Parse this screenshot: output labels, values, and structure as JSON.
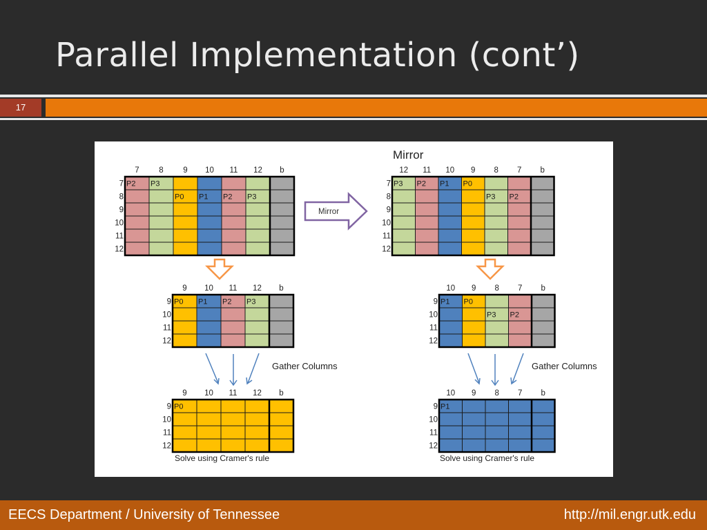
{
  "slide": {
    "title": "Parallel Implementation (cont’)",
    "number": "17"
  },
  "footer": {
    "left": "EECS Department / University of Tennessee",
    "right": "http://mil.engr.utk.edu"
  },
  "colors": {
    "P0": "#ffc000",
    "P1": "#4f81bd",
    "P2": "#d99694",
    "P3": "#c4d79b",
    "b": "#a6a6a6",
    "accent_orange": "#e8780a",
    "arrow_outline": "#f79646",
    "mirror_arrow": "#8064a2"
  },
  "figure": {
    "mirror_title": "Mirror",
    "mirror_arrow_label": "Mirror",
    "gather_label_left": "Gather Columns",
    "gather_label_right": "Gather Columns",
    "solve_label_left": "Solve using Cramer's rule",
    "solve_label_right": "Solve using Cramer's rule",
    "matrices": [
      {
        "id": "original",
        "col_headers": [
          "7",
          "8",
          "9",
          "10",
          "11",
          "12",
          "b"
        ],
        "row_headers": [
          "7",
          "8",
          "9",
          "10",
          "11",
          "12"
        ],
        "col_owner": [
          "P2",
          "P3",
          "P0",
          "P1",
          "P2",
          "P3",
          "b"
        ],
        "labels": [
          {
            "row": 0,
            "col": 0,
            "text": "P2"
          },
          {
            "row": 0,
            "col": 1,
            "text": "P3"
          },
          {
            "row": 1,
            "col": 2,
            "text": "P0"
          },
          {
            "row": 1,
            "col": 3,
            "text": "P1"
          },
          {
            "row": 1,
            "col": 4,
            "text": "P2"
          },
          {
            "row": 1,
            "col": 5,
            "text": "P3"
          }
        ]
      },
      {
        "id": "mirrored",
        "col_headers": [
          "12",
          "11",
          "10",
          "9",
          "8",
          "7",
          "b"
        ],
        "row_headers": [
          "7",
          "8",
          "9",
          "10",
          "11",
          "12"
        ],
        "col_owner": [
          "P3",
          "P2",
          "P1",
          "P0",
          "P3",
          "P2",
          "b"
        ],
        "labels": [
          {
            "row": 0,
            "col": 0,
            "text": "P3"
          },
          {
            "row": 0,
            "col": 1,
            "text": "P2"
          },
          {
            "row": 0,
            "col": 2,
            "text": "P1"
          },
          {
            "row": 0,
            "col": 3,
            "text": "P0"
          },
          {
            "row": 1,
            "col": 4,
            "text": "P3"
          },
          {
            "row": 1,
            "col": 5,
            "text": "P2"
          }
        ]
      },
      {
        "id": "reduced-left",
        "col_headers": [
          "9",
          "10",
          "11",
          "12",
          "b"
        ],
        "row_headers": [
          "9",
          "10",
          "11",
          "12"
        ],
        "col_owner": [
          "P0",
          "P1",
          "P2",
          "P3",
          "b"
        ],
        "labels": [
          {
            "row": 0,
            "col": 0,
            "text": "P0"
          },
          {
            "row": 0,
            "col": 1,
            "text": "P1"
          },
          {
            "row": 0,
            "col": 2,
            "text": "P2"
          },
          {
            "row": 0,
            "col": 3,
            "text": "P3"
          }
        ]
      },
      {
        "id": "reduced-right",
        "col_headers": [
          "10",
          "9",
          "8",
          "7",
          "b"
        ],
        "row_headers": [
          "9",
          "10",
          "11",
          "12"
        ],
        "col_owner": [
          "P1",
          "P0",
          "P3",
          "P2",
          "b"
        ],
        "labels": [
          {
            "row": 0,
            "col": 0,
            "text": "P1"
          },
          {
            "row": 0,
            "col": 1,
            "text": "P0"
          },
          {
            "row": 1,
            "col": 2,
            "text": "P3"
          },
          {
            "row": 1,
            "col": 3,
            "text": "P2"
          }
        ]
      },
      {
        "id": "gathered-left",
        "col_headers": [
          "9",
          "10",
          "11",
          "12",
          "b"
        ],
        "row_headers": [
          "9",
          "10",
          "11",
          "12"
        ],
        "col_owner": [
          "P0",
          "P0",
          "P0",
          "P0",
          "P0"
        ],
        "labels": [
          {
            "row": 0,
            "col": 0,
            "text": "P0"
          }
        ]
      },
      {
        "id": "gathered-right",
        "col_headers": [
          "10",
          "9",
          "8",
          "7",
          "b"
        ],
        "row_headers": [
          "9",
          "10",
          "11",
          "12"
        ],
        "col_owner": [
          "P1",
          "P1",
          "P1",
          "P1",
          "P1"
        ],
        "labels": [
          {
            "row": 0,
            "col": 0,
            "text": "P1"
          }
        ]
      }
    ]
  }
}
